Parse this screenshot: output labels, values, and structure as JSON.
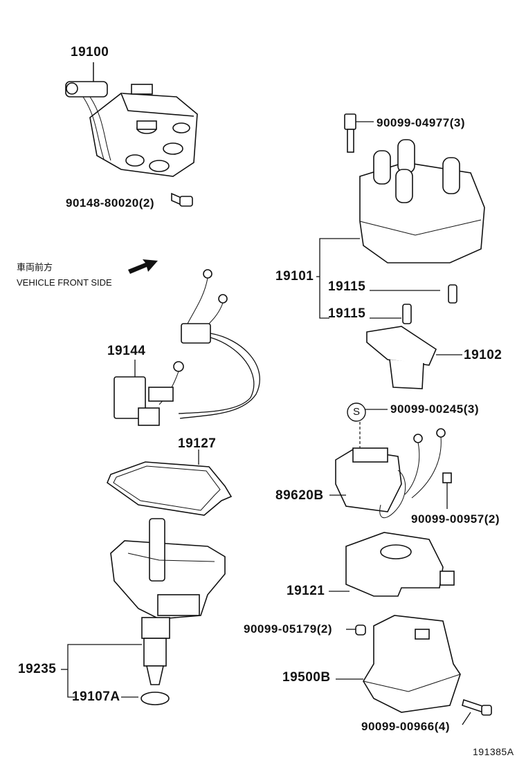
{
  "diagram": {
    "reference_code": "191385A",
    "direction_note": {
      "japanese": "車両前方",
      "english": "VEHICLE FRONT SIDE"
    },
    "parts": [
      {
        "id": "distributor-assembly",
        "number": "19100"
      },
      {
        "id": "distributor-bolt",
        "number": "90148-80020(2)"
      },
      {
        "id": "cap-bolt",
        "number": "90099-04977(3)"
      },
      {
        "id": "distributor-cap",
        "number": "19101"
      },
      {
        "id": "carbon-upper",
        "number": "19115"
      },
      {
        "id": "carbon-lower",
        "number": "19115"
      },
      {
        "id": "rotor",
        "number": "19102"
      },
      {
        "id": "wire-harness",
        "number": "19144"
      },
      {
        "id": "coil-screw",
        "number": "90099-00245(3)"
      },
      {
        "id": "igniter",
        "number": "89620B"
      },
      {
        "id": "terminal",
        "number": "90099-00957(2)"
      },
      {
        "id": "gasket",
        "number": "19127"
      },
      {
        "id": "housing",
        "number": "19121"
      },
      {
        "id": "grommet",
        "number": "90099-05179(2)"
      },
      {
        "id": "coil-housing",
        "number": "19500B"
      },
      {
        "id": "shaft",
        "number": "19235"
      },
      {
        "id": "o-ring",
        "number": "19107A"
      },
      {
        "id": "housing-bolt",
        "number": "90099-00966(4)"
      }
    ],
    "screw_symbol": "S"
  }
}
